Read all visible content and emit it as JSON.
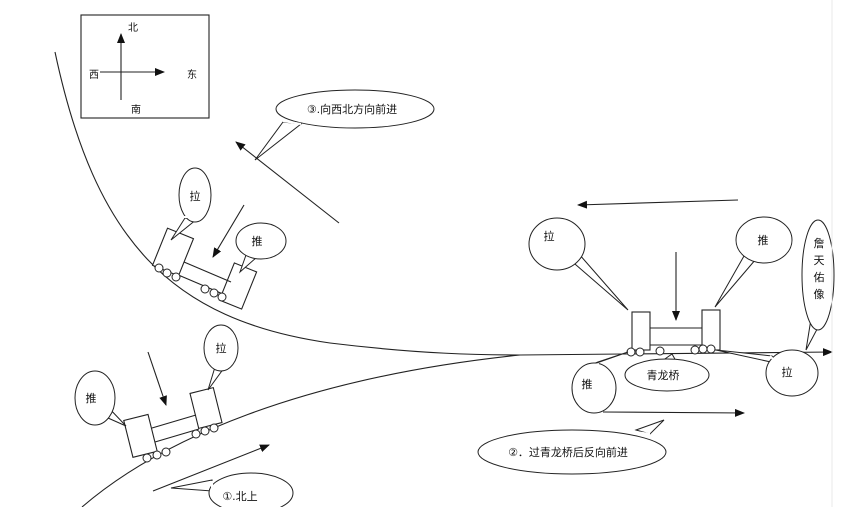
{
  "compass": {
    "north": "北",
    "south": "南",
    "west": "西",
    "east": "东"
  },
  "bubbles": {
    "pull_top": "拉",
    "push_top": "推",
    "pull_mid_left": "拉",
    "push_bottom_left": "推",
    "pull_right_left": "拉",
    "push_right_right": "推",
    "push_right_bottom": "推",
    "pull_right_bottom": "拉",
    "bridge": "青龙桥",
    "statue": [
      "詹",
      "天",
      "佑",
      "像"
    ]
  },
  "steps": {
    "step1": "①.北上",
    "step2": "②．过青龙桥后反向前进",
    "step3": "③.向西北方向前进"
  }
}
